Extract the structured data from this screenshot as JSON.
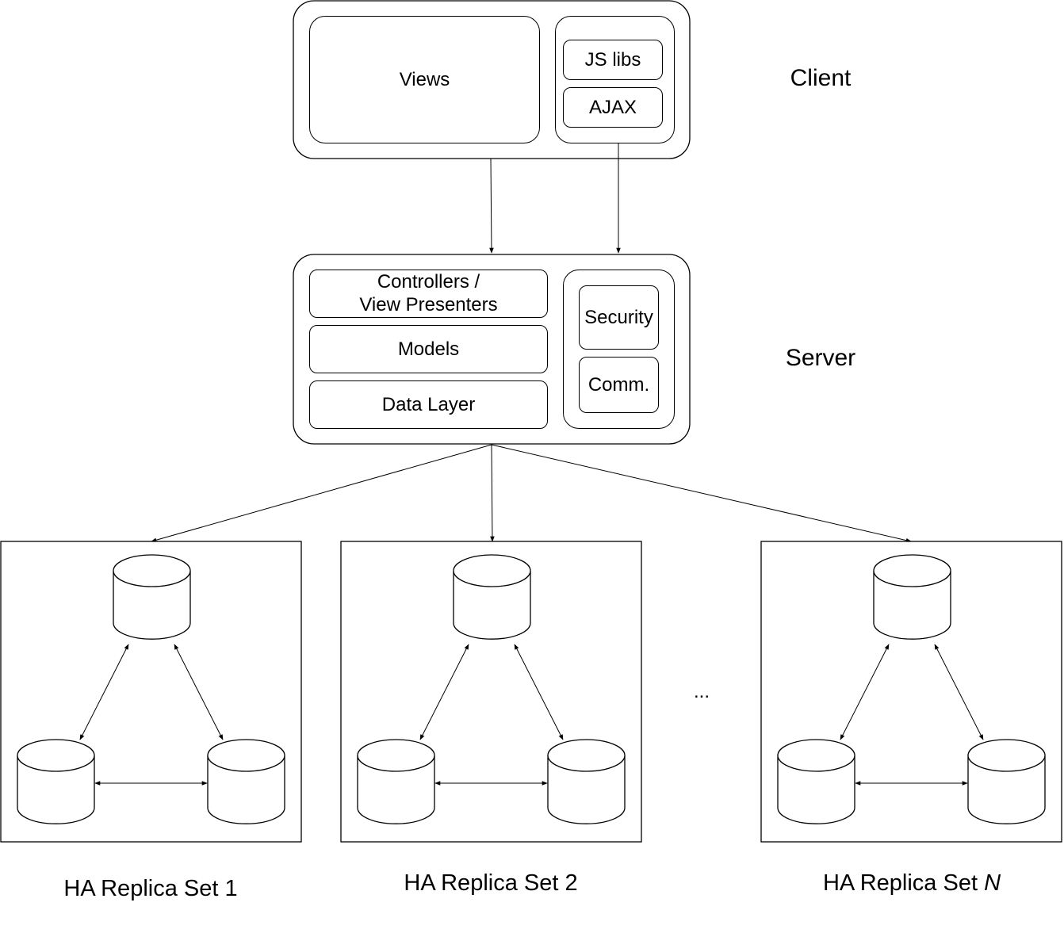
{
  "client": {
    "title": "Client",
    "views_label": "Views",
    "js_libs_label": "JS libs",
    "ajax_label": "AJAX"
  },
  "server": {
    "title": "Server",
    "controllers_line1": "Controllers /",
    "controllers_line2": "View Presenters",
    "models_label": "Models",
    "data_layer_label": "Data Layer",
    "security_label": "Security",
    "comm_label": "Comm."
  },
  "replica_sets": [
    {
      "label": "HA Replica Set 1",
      "index_text": ""
    },
    {
      "label": "HA Replica Set 2",
      "index_text": ""
    },
    {
      "label": "HA Replica Set ",
      "index_text": "N"
    }
  ],
  "ellipsis": "..."
}
